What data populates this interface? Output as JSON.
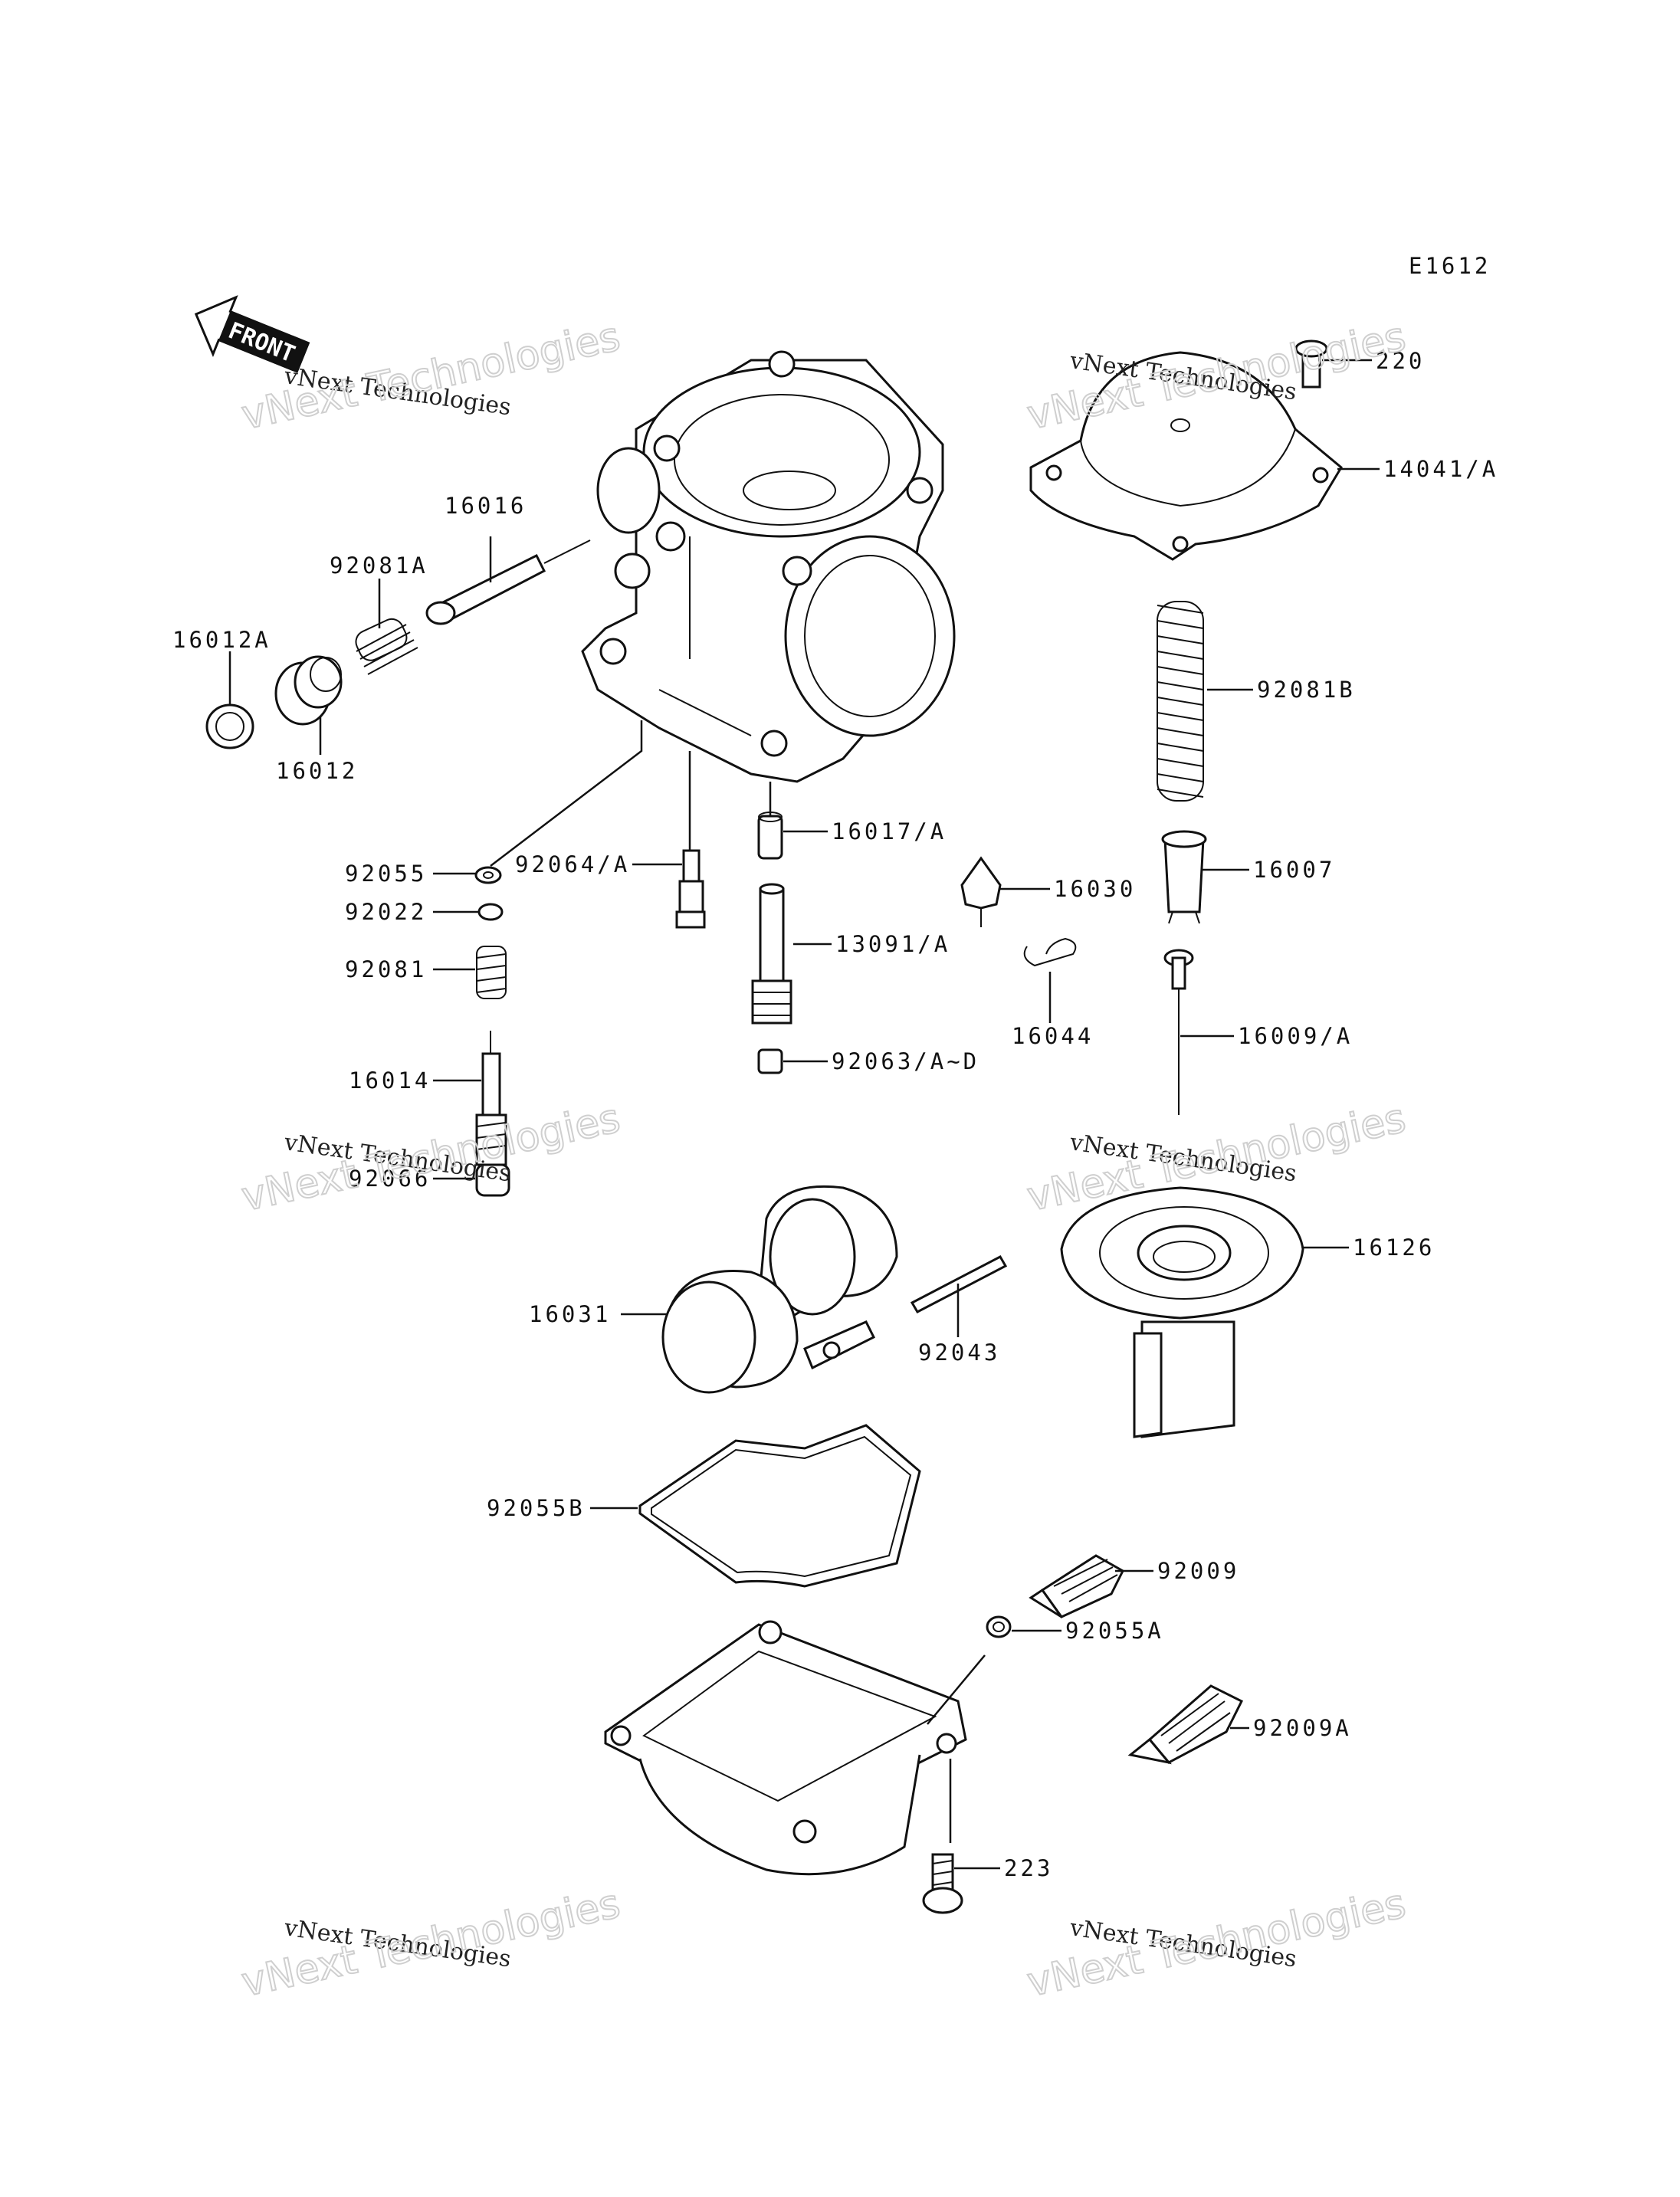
{
  "diagram": {
    "code": "E1612",
    "front_label": "FRONT",
    "watermark_line1": "vNext Technologies",
    "watermark_line2": "vNext Technologies",
    "parts": [
      {
        "id": "p220",
        "number": "220"
      },
      {
        "id": "p14041",
        "number": "14041/A"
      },
      {
        "id": "p16016",
        "number": "16016"
      },
      {
        "id": "p92081A",
        "number": "92081A"
      },
      {
        "id": "p16012A",
        "number": "16012A"
      },
      {
        "id": "p16012",
        "number": "16012"
      },
      {
        "id": "p92081B",
        "number": "92081B"
      },
      {
        "id": "p16017",
        "number": "16017/A"
      },
      {
        "id": "p92055",
        "number": "92055"
      },
      {
        "id": "p92064",
        "number": "92064/A"
      },
      {
        "id": "p16030",
        "number": "16030"
      },
      {
        "id": "p16007",
        "number": "16007"
      },
      {
        "id": "p92022",
        "number": "92022"
      },
      {
        "id": "p13091",
        "number": "13091/A"
      },
      {
        "id": "p92081",
        "number": "92081"
      },
      {
        "id": "p16044",
        "number": "16044"
      },
      {
        "id": "p16009",
        "number": "16009/A"
      },
      {
        "id": "p92063",
        "number": "92063/A~D"
      },
      {
        "id": "p16014",
        "number": "16014"
      },
      {
        "id": "p92066",
        "number": "92066"
      },
      {
        "id": "p16126",
        "number": "16126"
      },
      {
        "id": "p16031",
        "number": "16031"
      },
      {
        "id": "p92043",
        "number": "92043"
      },
      {
        "id": "p92055B",
        "number": "92055B"
      },
      {
        "id": "p92009",
        "number": "92009"
      },
      {
        "id": "p92055A",
        "number": "92055A"
      },
      {
        "id": "p92009A",
        "number": "92009A"
      },
      {
        "id": "p223",
        "number": "223"
      }
    ]
  }
}
